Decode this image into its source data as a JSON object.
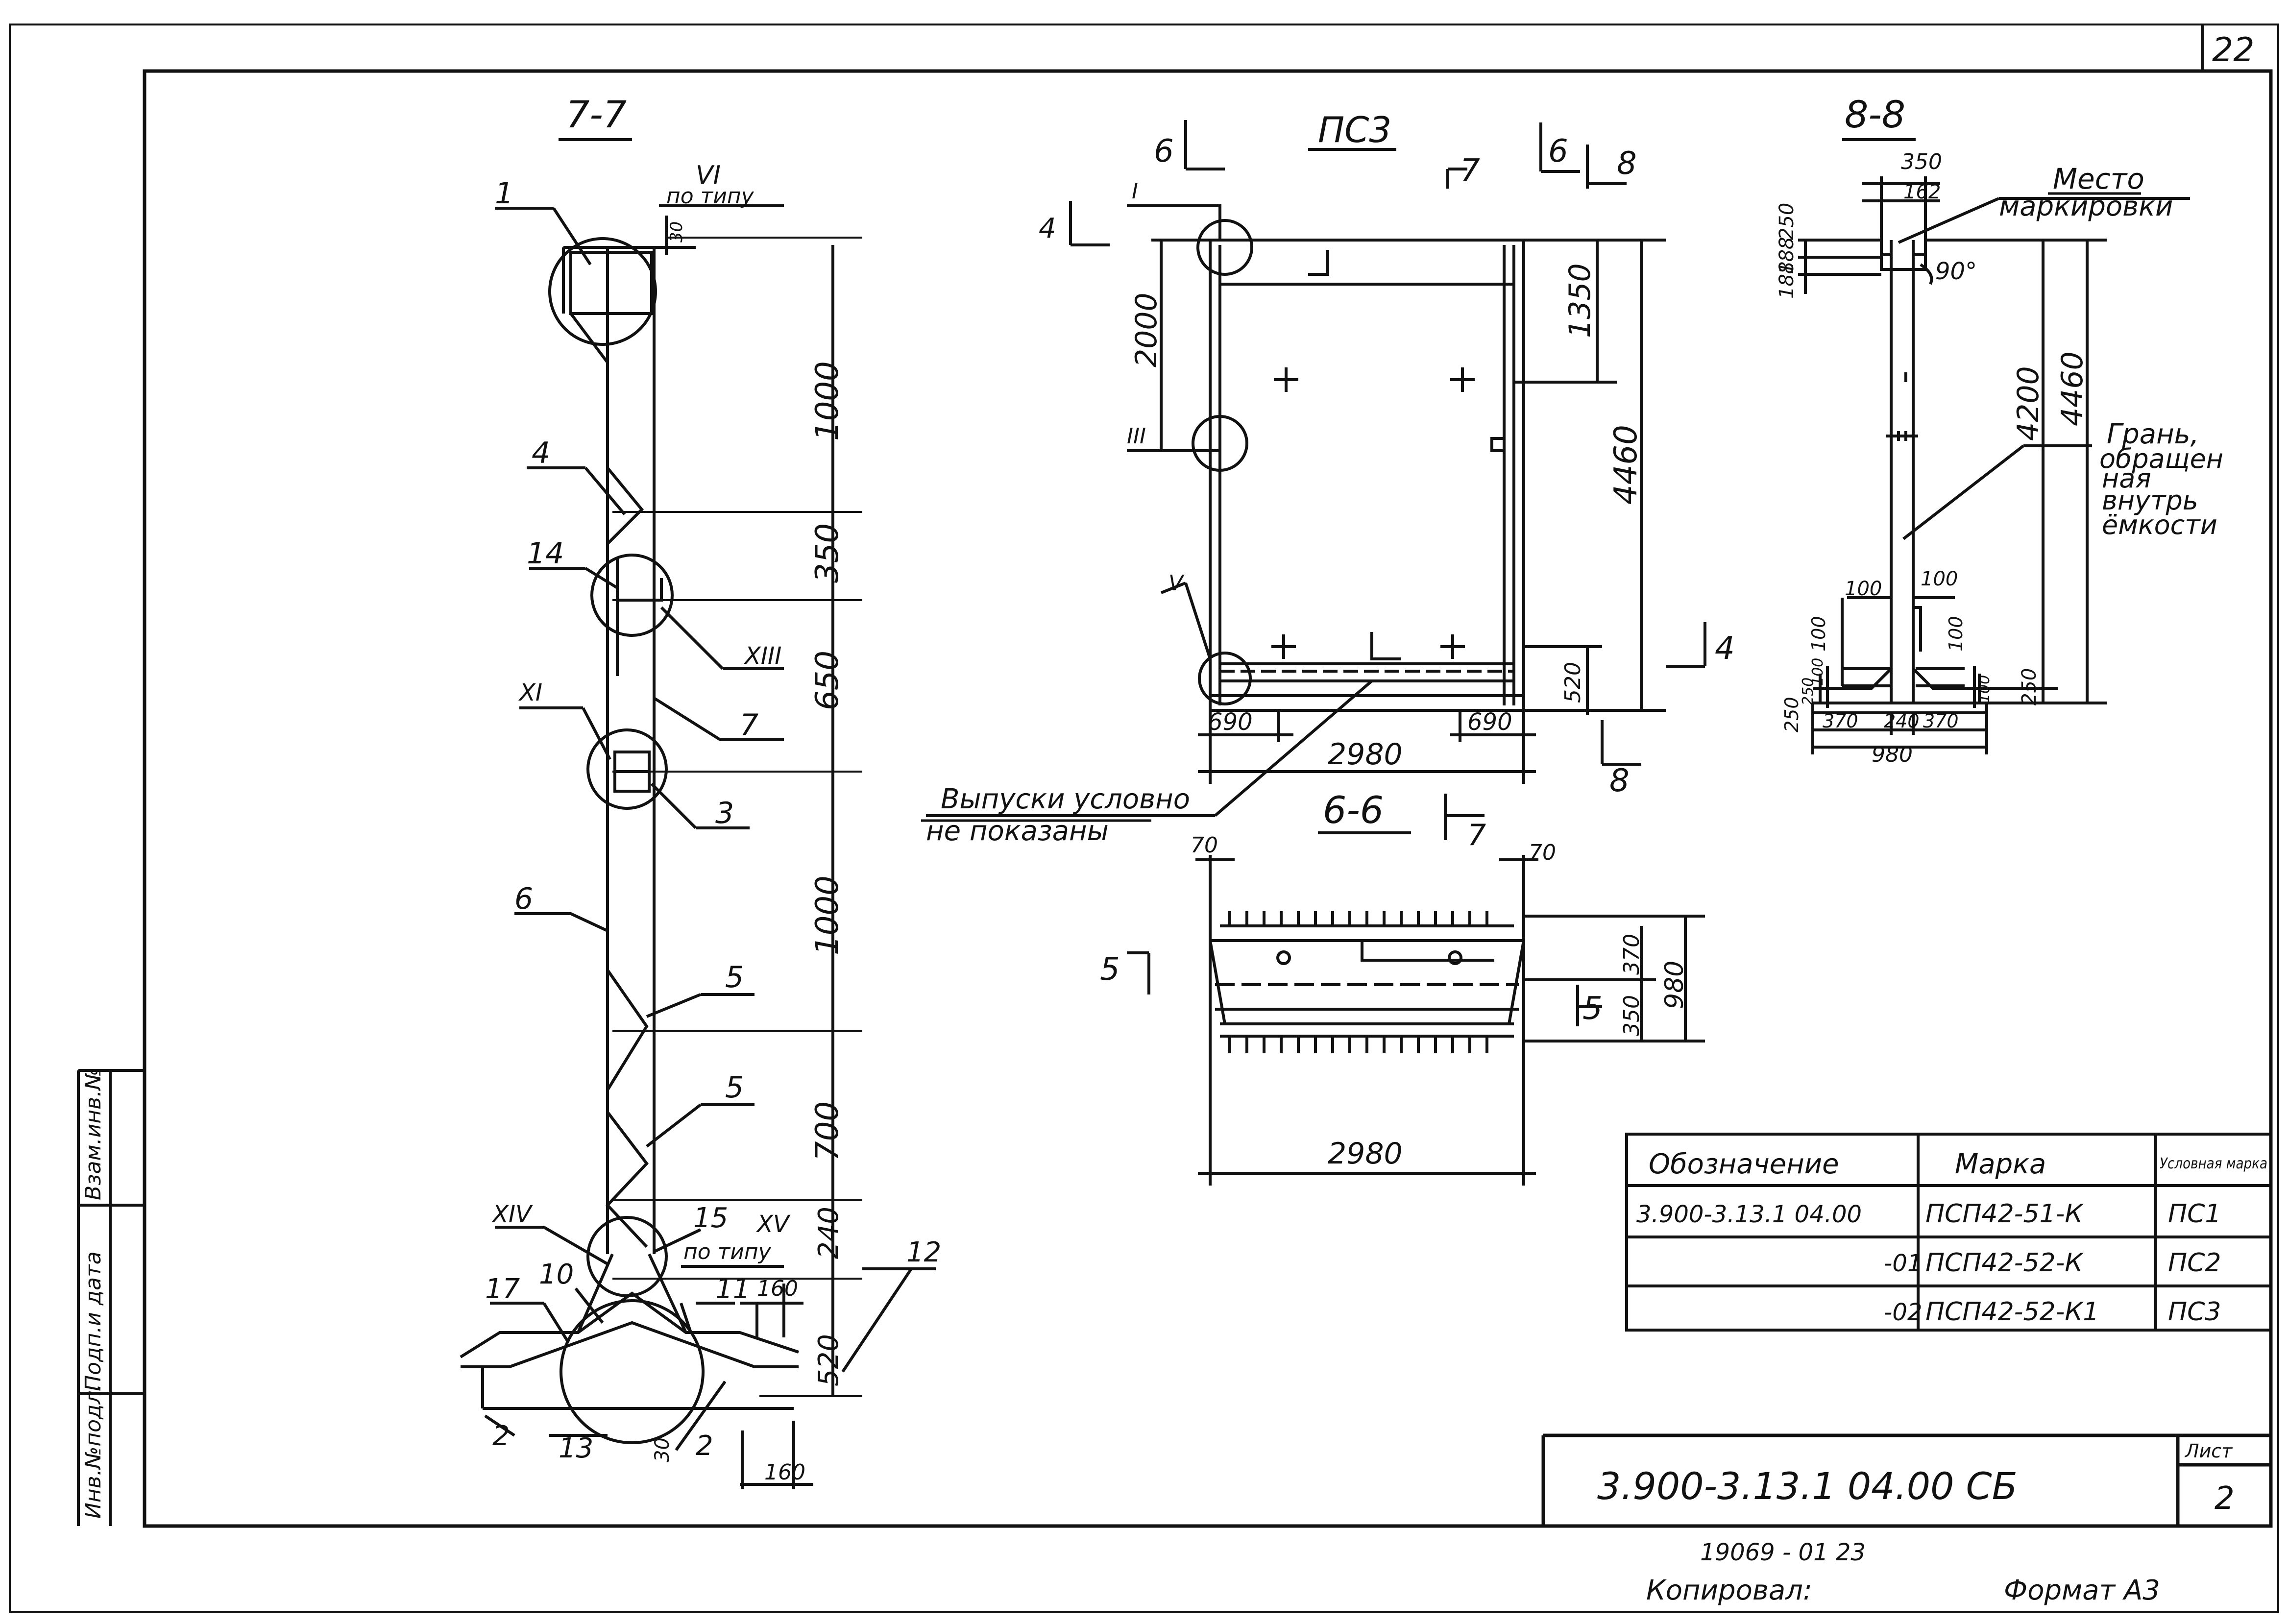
{
  "sheet": {
    "page_number": "22",
    "stamp_code": "3.900-3.13.1 04.00 СБ",
    "list_label": "Лист",
    "list_number": "2",
    "bottom_code": "19069 - 01   23",
    "copied": "Копировал:",
    "format": "Формат А3",
    "side_stamp": [
      "Инв.№подл.",
      "Подп.и дата",
      "Взам.инв.№"
    ]
  },
  "view_77": {
    "title": "7-7",
    "node_vi": "VI",
    "po_tipu": "по типу",
    "dim_30": "30",
    "dims": [
      "1000",
      "350",
      "650",
      "1000",
      "700",
      "240",
      "520"
    ],
    "leaders": [
      "1",
      "4",
      "14",
      "XIII",
      "XI",
      "7",
      "3",
      "6",
      "5",
      "5",
      "XIV",
      "15",
      "XV",
      "по типу",
      "17",
      "10",
      "11",
      "12",
      "2",
      "13",
      "30",
      "2"
    ],
    "dim_160a": "160",
    "dim_160b": "160"
  },
  "view_ps3": {
    "title": "ПС3",
    "cut_marks": [
      "6",
      "7",
      "6",
      "8",
      "4",
      "4",
      "8"
    ],
    "nodes": [
      "I",
      "III",
      "V"
    ],
    "dims": [
      "2000",
      "1350",
      "4460",
      "520",
      "690",
      "690",
      "2980"
    ],
    "note": [
      "Выпуски условно",
      "не показаны"
    ]
  },
  "view_66": {
    "title": "6-6",
    "cut": "7",
    "dims_top": [
      "70",
      "70"
    ],
    "cut_5": [
      "5",
      "5"
    ],
    "dims_right": [
      "370",
      "350",
      "980"
    ],
    "dim_bottom": "2980"
  },
  "view_88": {
    "title": "8-8",
    "dims_top": [
      "350",
      "162"
    ],
    "mark_label": [
      "Место",
      "маркировки"
    ],
    "angle": "90°",
    "dims_left": [
      "250",
      "188",
      "188"
    ],
    "dims_right": [
      "4200",
      "4460"
    ],
    "face_label": [
      "Грань,",
      "обращен",
      "ная",
      "внутрь",
      "ёмкости"
    ],
    "dims_bottom": [
      "100",
      "100",
      "100",
      "100",
      "250",
      "100",
      "250",
      "100",
      "250",
      "370",
      "240",
      "370",
      "980"
    ]
  },
  "spec_table": {
    "headers": [
      "Обозначение",
      "Марка",
      "Условная марка"
    ],
    "rows": [
      [
        "3.900-3.13.1  04.00",
        "ПСП42-51-К",
        "ПС1"
      ],
      [
        "-01",
        "ПСП42-52-К",
        "ПС2"
      ],
      [
        "-02",
        "ПСП42-52-К1",
        "ПС3"
      ],
      [
        "",
        "",
        ""
      ]
    ]
  }
}
